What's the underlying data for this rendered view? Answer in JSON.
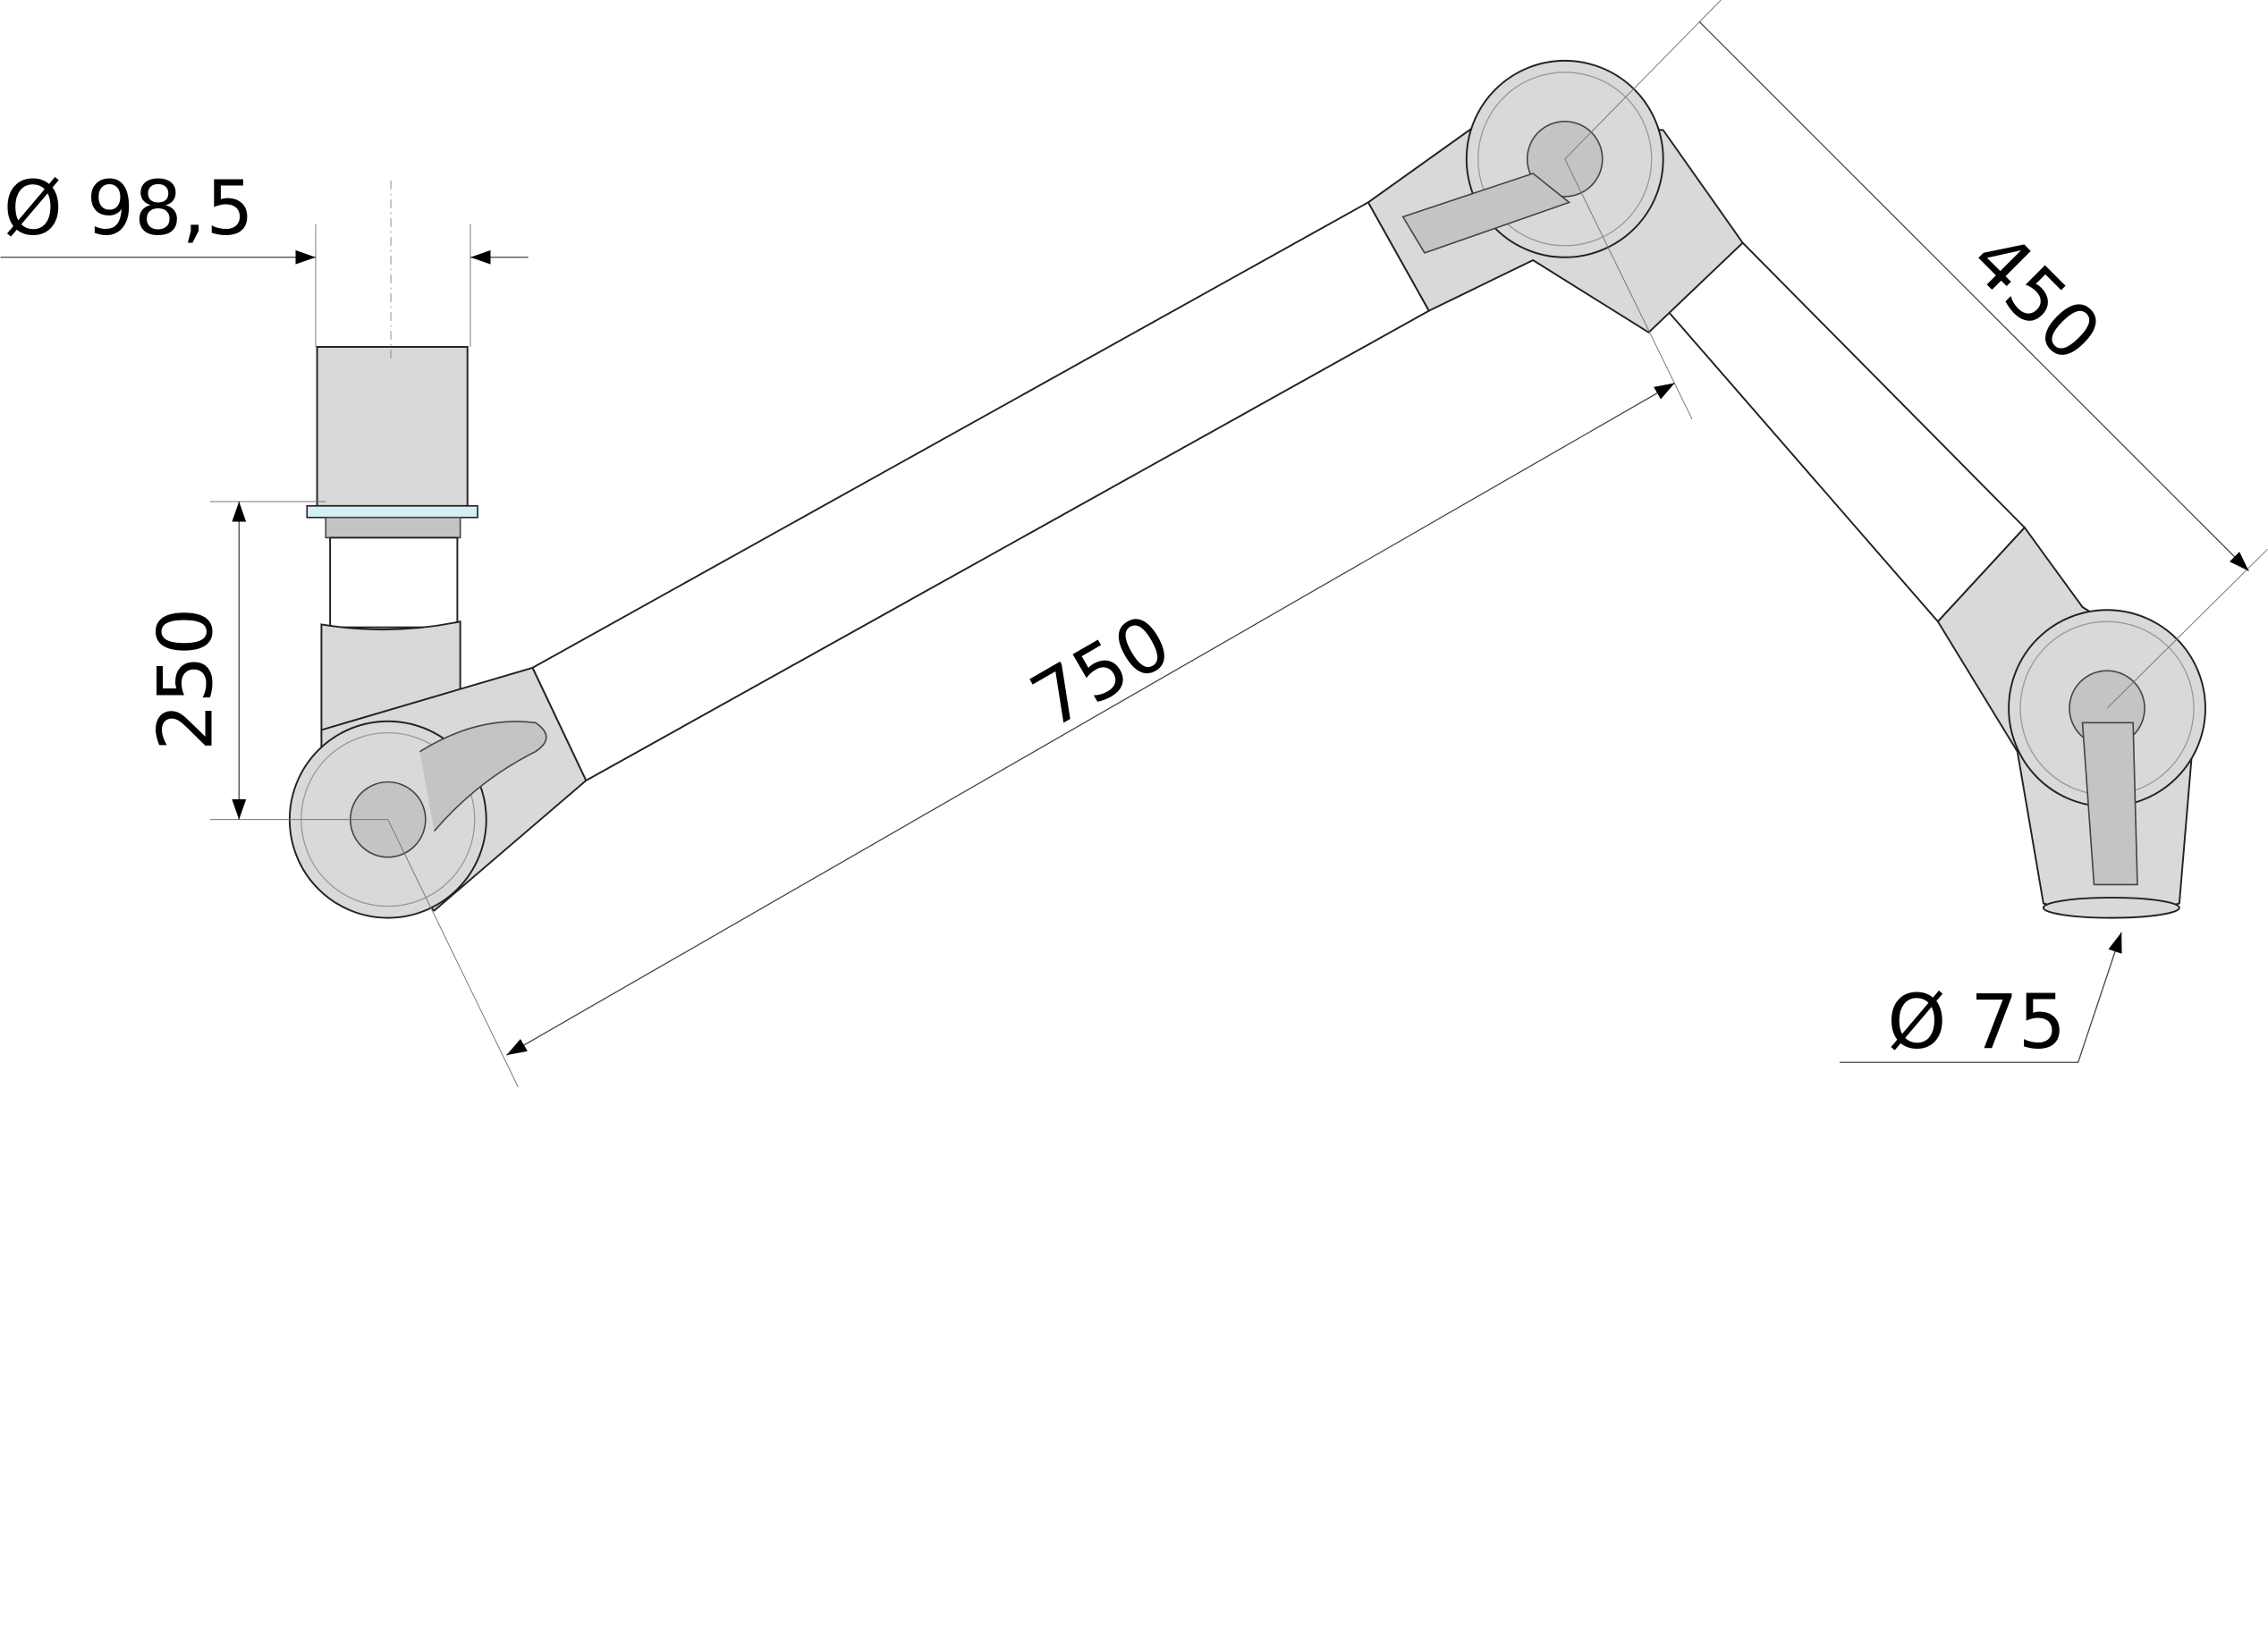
{
  "dimensions": {
    "inlet_diameter": "Ø 98,5",
    "vertical_height": "250",
    "first_arm_length": "750",
    "second_arm_length": "450",
    "nozzle_diameter": "Ø 75"
  },
  "colors": {
    "part": "#d9d9d9",
    "dark_part": "#c4c4c4",
    "seal": "#9fd3e6"
  }
}
